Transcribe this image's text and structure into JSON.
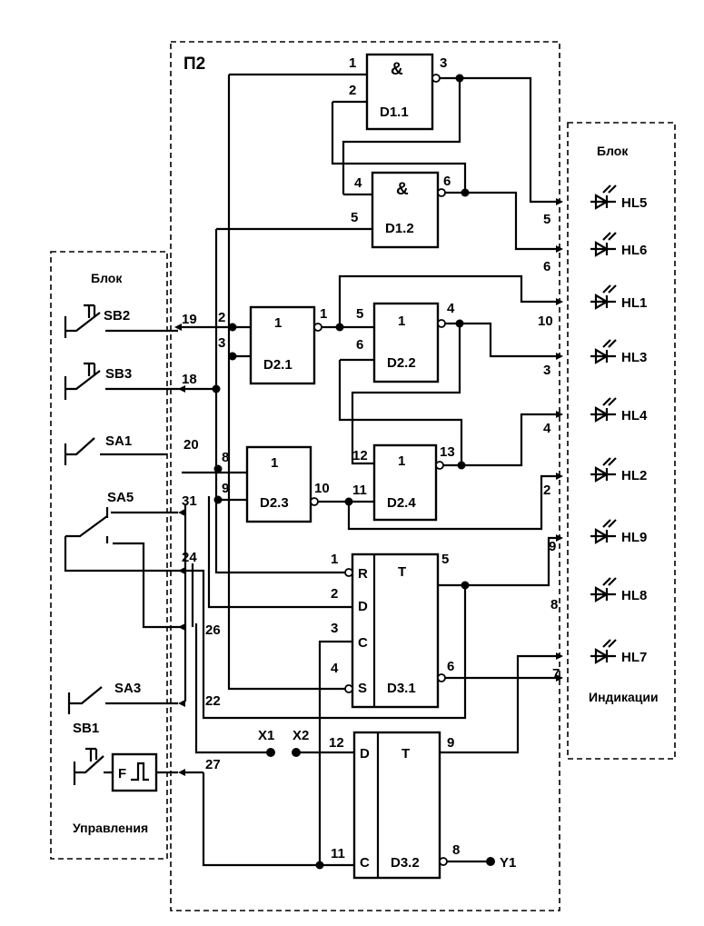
{
  "blocks": {
    "p2": "П2",
    "control_top": "Блок",
    "control_bottom": "Управления",
    "indication_top": "Блок",
    "indication_bottom": "Индикации"
  },
  "chips": {
    "d11": {
      "sym": "&",
      "name": "D1.1",
      "pins": [
        "1",
        "2",
        "3"
      ]
    },
    "d12": {
      "sym": "&",
      "name": "D1.2",
      "pins": [
        "4",
        "5",
        "6"
      ]
    },
    "d21": {
      "sym": "1",
      "name": "D2.1",
      "pins": [
        "2",
        "3",
        "1"
      ]
    },
    "d22": {
      "sym": "1",
      "name": "D2.2",
      "pins": [
        "5",
        "6",
        "4"
      ]
    },
    "d23": {
      "sym": "1",
      "name": "D2.3",
      "pins": [
        "8",
        "9",
        "10"
      ]
    },
    "d24": {
      "sym": "1",
      "name": "D2.4",
      "pins": [
        "12",
        "11",
        "13"
      ]
    },
    "d31": {
      "sym": "T",
      "name": "D3.1",
      "inputs": [
        "R",
        "D",
        "C",
        "S"
      ],
      "in_pins": [
        "1",
        "2",
        "3",
        "4"
      ],
      "out_pins": [
        "5",
        "6"
      ]
    },
    "d32": {
      "sym": "T",
      "name": "D3.2",
      "inputs": [
        "D",
        "C"
      ],
      "in_pins": [
        "12",
        "11"
      ],
      "out_pins": [
        "9",
        "8"
      ]
    }
  },
  "switches": [
    "SB2",
    "SB3",
    "SA1",
    "SA5",
    "SA3",
    "SB1"
  ],
  "filter_label": "F",
  "control_pins": [
    "19",
    "18",
    "20",
    "31",
    "24",
    "26",
    "22",
    "27"
  ],
  "leds": [
    "HL5",
    "HL6",
    "HL1",
    "HL3",
    "HL4",
    "HL2",
    "HL9",
    "HL8",
    "HL7"
  ],
  "led_pins": [
    "5",
    "6",
    "10",
    "3",
    "4",
    "2",
    "9",
    "8",
    "7"
  ],
  "terminals": {
    "x1": "X1",
    "x2": "X2",
    "y1": "Y1"
  }
}
